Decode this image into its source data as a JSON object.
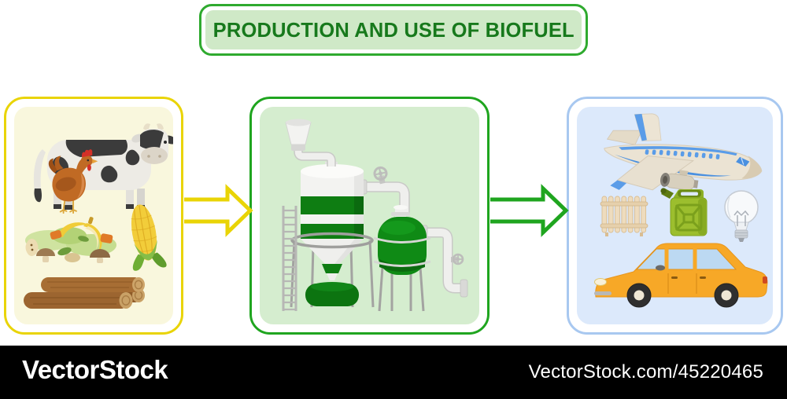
{
  "title": {
    "text": "PRODUCTION AND USE OF BIOFUEL"
  },
  "watermark": {
    "logo": "VectorStock",
    "credit": "VectorStock.com/45220465"
  },
  "flow": {
    "stages": [
      {
        "id": "feedstock",
        "role": "biofuel raw materials",
        "items": [
          "cow",
          "chicken",
          "food-waste",
          "corn-cob",
          "wood-logs"
        ],
        "border_color": "#e9d406",
        "fill_color": "#f9f7dd"
      },
      {
        "id": "production",
        "role": "biofuel production plant",
        "items": [
          "feed-funnel",
          "fermenter-silo",
          "ladder",
          "digester-tank",
          "pipes-and-valves"
        ],
        "border_color": "#1fa51f",
        "fill_color": "#d5edcf"
      },
      {
        "id": "usage",
        "role": "biofuel uses",
        "items": [
          "airplane",
          "heating-radiator",
          "fuel-jerrycan",
          "light-bulb",
          "car"
        ],
        "border_color": "#a8c8f0",
        "fill_color": "#dce9fb"
      }
    ],
    "arrows": [
      {
        "from": "feedstock",
        "to": "production",
        "color": "#e9d406"
      },
      {
        "from": "production",
        "to": "usage",
        "color": "#1fa51f"
      }
    ]
  },
  "colors": {
    "page_background": "#ffffff",
    "title_border": "#2faa2f",
    "title_fill": "#cfe9c7",
    "title_text": "#17791c",
    "footer_bar": "#000000",
    "footer_text": "#ffffff"
  }
}
